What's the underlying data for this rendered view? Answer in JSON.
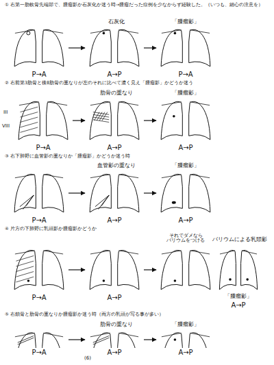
{
  "diagram": {
    "labels": [
      "① 右第一肋軟骨先端部で、腫瘤影か石灰化か迷う時→腫瘤だった症例を少なからず経験した。（いつも、細心の注意を）",
      "石灰化",
      "「腫瘤影」",
      "P→A",
      "A→P",
      "P→A",
      "② 右前第3肋骨と後8肋骨の重なりが左のそれに比べて濃く見え「腫瘤影」かどうか迷う",
      "肋骨の重なり",
      "「腫瘤影」",
      "III",
      "VIII",
      "P→A",
      "A→P",
      "A→P",
      "③ 右下肺野に血管影の重なりか「腫瘤影」かどうか迷う時",
      "血管影の重なり",
      "「腫瘤影」",
      "P→A",
      "A→P",
      "A→P",
      "④ 片方の下肺野に乳頭影か腫瘤影かどうか",
      "それでダメなら バリウムをつける",
      "バリウムによる乳頭影",
      "P→A",
      "A→P",
      "「腫瘤影」",
      "A→P",
      "⑤ 右鎖骨と肋骨の重なりか腫瘤影か迷う時（両方の乳頭が写る事が多い）",
      "肋骨の重なり",
      "「腫瘤影」",
      "P→A",
      "A→P",
      "A→P",
      "(6)"
    ]
  }
}
